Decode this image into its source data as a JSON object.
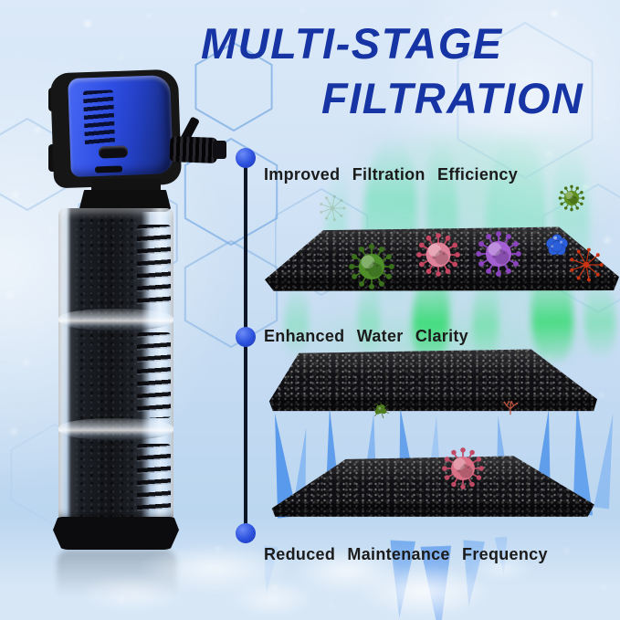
{
  "title": {
    "line1": "MULTI-STAGE",
    "line2": "FILTRATION"
  },
  "stages": [
    {
      "label": "Improved Filtration Efficiency",
      "germ_icons": [
        "green-virus-icon",
        "pink-virus-icon",
        "purple-virus-icon",
        "blue-cluster-germ-icon",
        "red-starburst-germ-icon",
        "green-virus-floating-icon",
        "faint-germ-watermark-icon"
      ]
    },
    {
      "label": "Enhanced Water Clarity",
      "germ_icons": [
        "green-algae-germ-icon",
        "red-branch-germ-icon"
      ]
    },
    {
      "label": "Reduced Maintenance Frequency",
      "germ_icons": [
        "pink-virus-icon"
      ]
    }
  ],
  "colors": {
    "title_blue": "#1634a4",
    "label_text": "#1b1b1b",
    "timeline_line": "#0d1626",
    "timeline_dot": "#2b50dd",
    "pump_blue": "#2e4ee4",
    "sponge_black": "#101014",
    "aurora_green": "#59d9a4",
    "plant_blue": "#4f94ec",
    "background_top": "#dbe9f8",
    "background_bottom": "#b6d3ef"
  }
}
